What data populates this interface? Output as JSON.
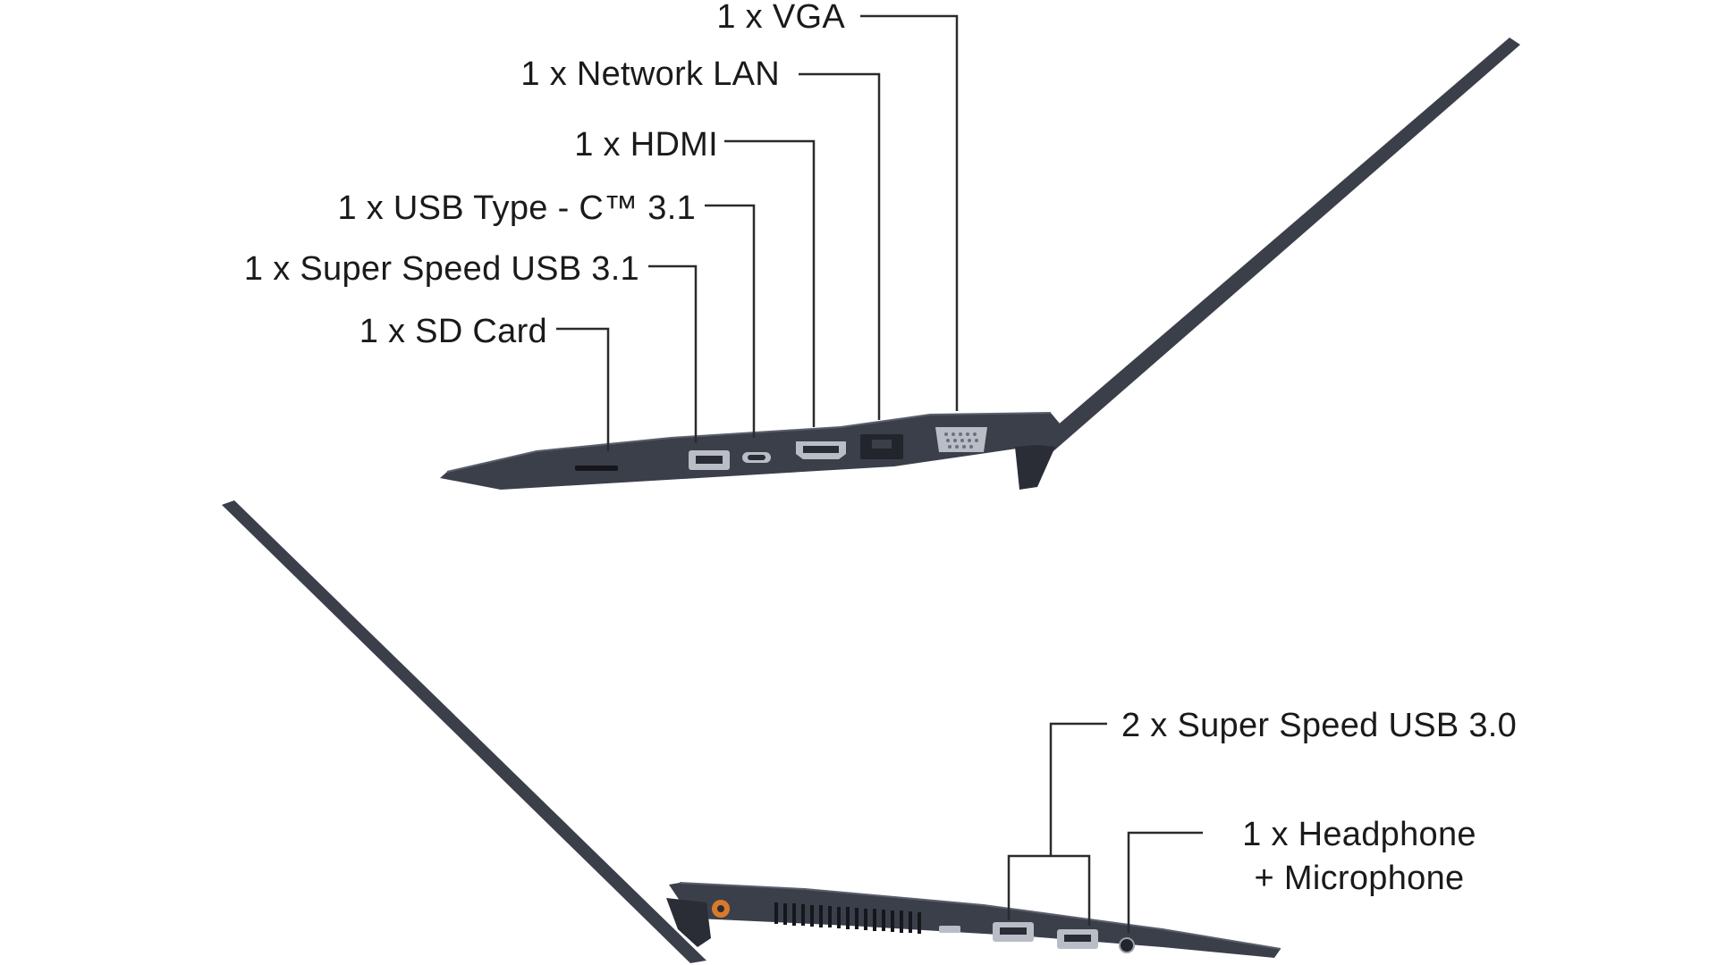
{
  "top_view": {
    "ports": [
      {
        "id": "vga",
        "label": "1 x VGA"
      },
      {
        "id": "lan",
        "label": "1 x Network LAN"
      },
      {
        "id": "hdmi",
        "label": "1 x HDMI"
      },
      {
        "id": "usbc",
        "label": "1 x USB Type - C™ 3.1"
      },
      {
        "id": "usba",
        "label": "1 x Super Speed USB 3.1"
      },
      {
        "id": "sd",
        "label": "1 x SD Card"
      }
    ]
  },
  "bottom_view": {
    "ports": [
      {
        "id": "usb30",
        "label": "2 x Super Speed USB 3.0"
      },
      {
        "id": "audio",
        "label_line1": "1 x Headphone",
        "label_line2": "+ Microphone"
      }
    ]
  },
  "colors": {
    "chassis": "#3b3f4a",
    "chassis_dark": "#2a2d35",
    "port_silver": "#b9bdc6",
    "leader_line": "#2b2b2b",
    "power_led": "#d97a2b"
  }
}
